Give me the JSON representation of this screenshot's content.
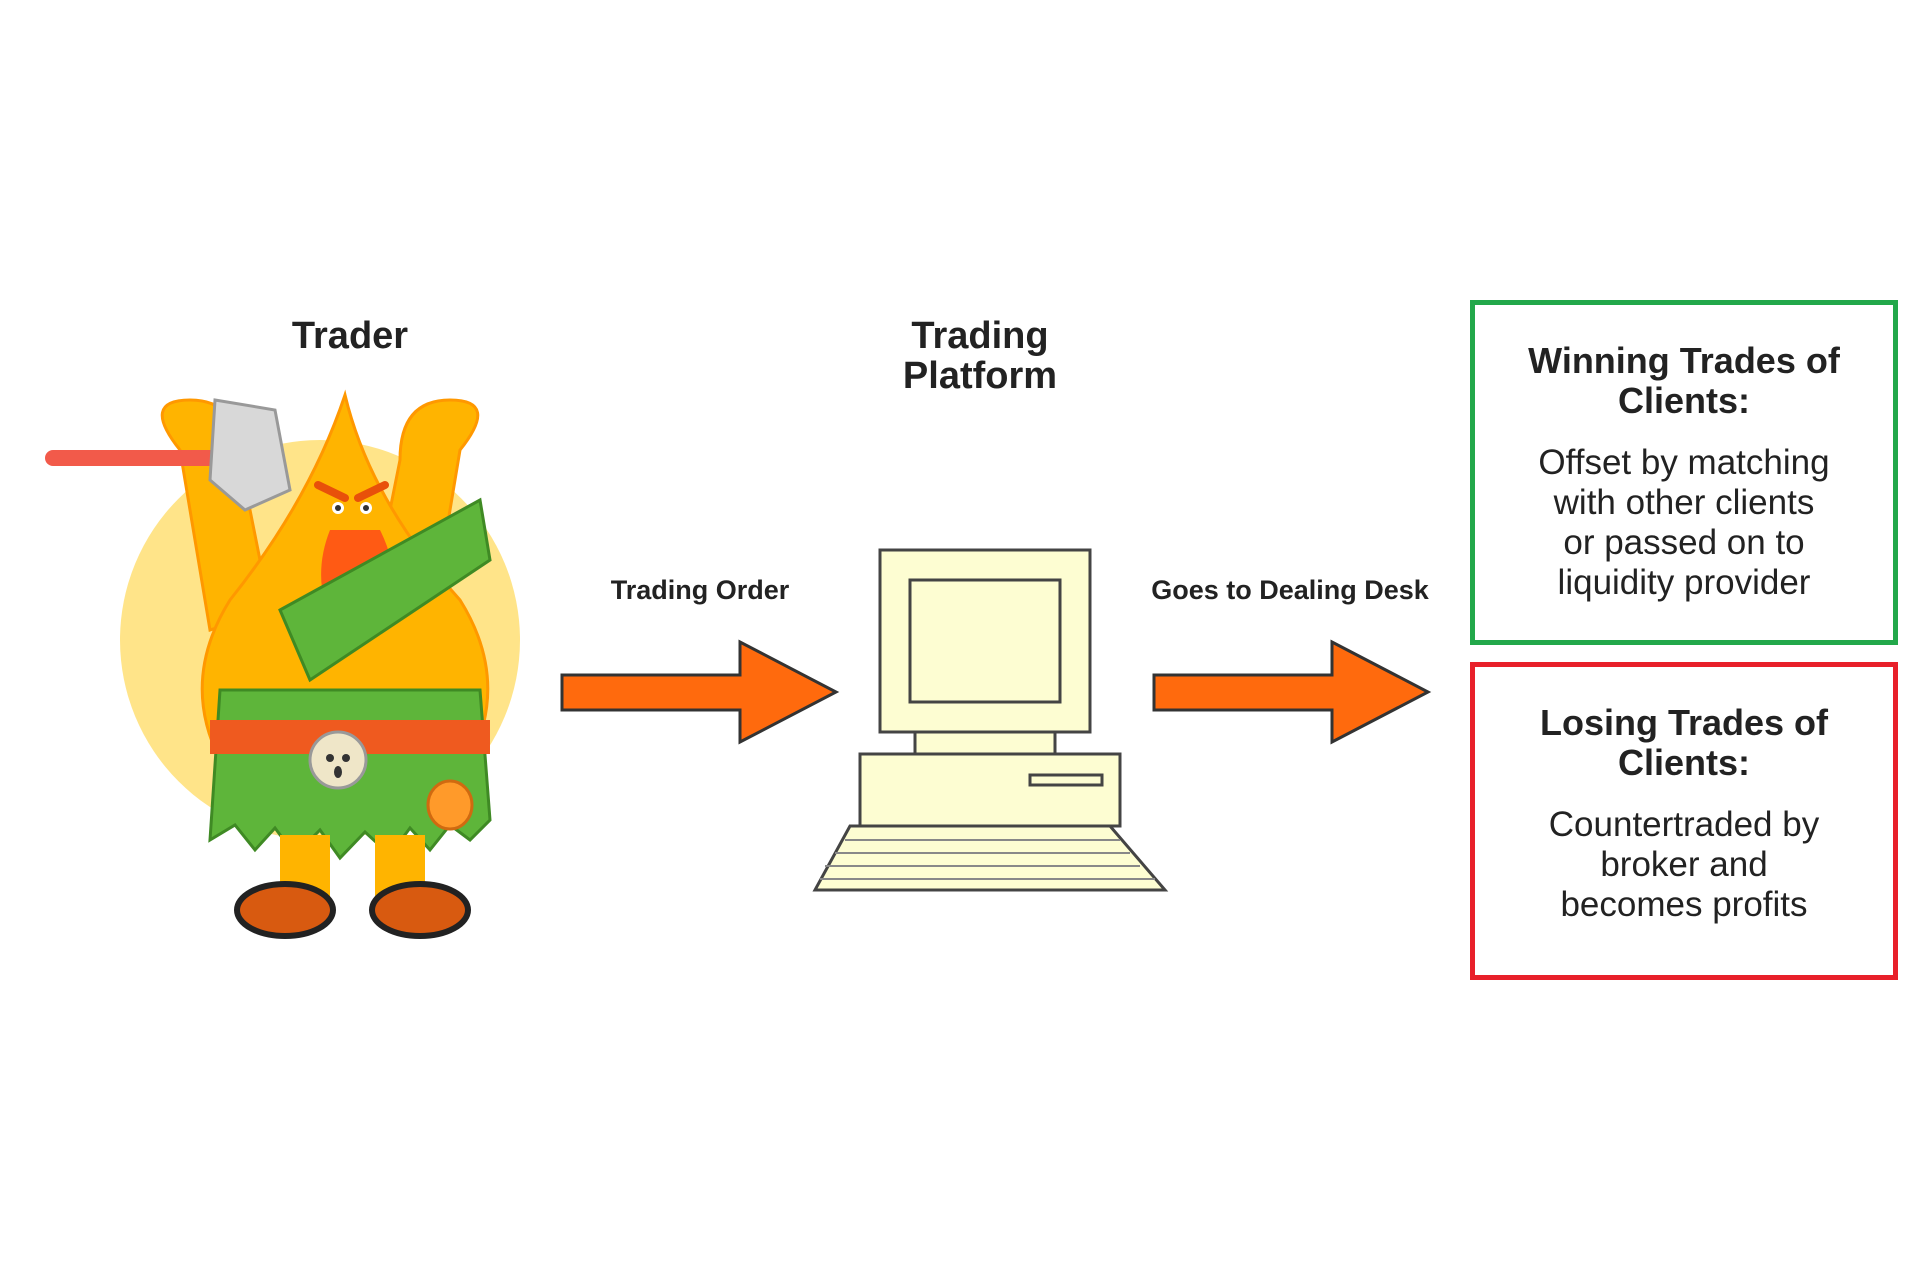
{
  "trader": {
    "label": "Trader"
  },
  "platform": {
    "label_line1": "Trading",
    "label_line2": "Platform"
  },
  "arrow1": {
    "label": "Trading Order"
  },
  "arrow2": {
    "label": "Goes to Dealing Desk"
  },
  "winning": {
    "title_line1": "Winning Trades of",
    "title_line2": "Clients:",
    "desc_line1": "Offset by matching",
    "desc_line2": "with other clients",
    "desc_line3": "or passed on to",
    "desc_line4": "liquidity provider",
    "border_color": "#22a84a"
  },
  "losing": {
    "title_line1": "Losing Trades of",
    "title_line2": "Clients:",
    "desc_line1": "Countertraded by",
    "desc_line2": "broker and",
    "desc_line3": "becomes profits",
    "border_color": "#e8202a"
  },
  "colors": {
    "arrow": "#ff6a0d",
    "computer": "#fdfdd2",
    "trader_body": "#ffb400",
    "trader_kilt": "#5eb53a"
  },
  "icons": {
    "trader": "barbarian-trader-icon",
    "platform": "computer-icon"
  }
}
